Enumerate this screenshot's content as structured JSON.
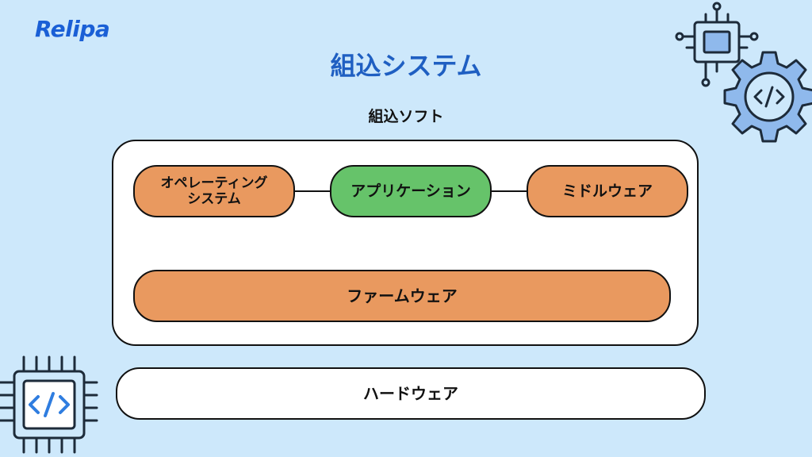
{
  "logo": {
    "text": "Relipa"
  },
  "title": "組込システム",
  "subtitle": "組込ソフト",
  "nodes": {
    "os": "オペレーティング\nシステム",
    "application": "アプリケーション",
    "middleware": "ミドルウェア",
    "firmware": "ファームウェア",
    "hardware": "ハードウェア"
  },
  "icons": {
    "top_right": [
      "chip-icon",
      "gear-icon",
      "code-icon"
    ],
    "bottom_left": [
      "chip-icon",
      "code-icon"
    ]
  },
  "colors": {
    "background": "#cde8fb",
    "title": "#1f5fc2",
    "logo": "#1a5fd6",
    "orange_node": "#e9995f",
    "green_node": "#66c36a",
    "outline": "#111111"
  }
}
